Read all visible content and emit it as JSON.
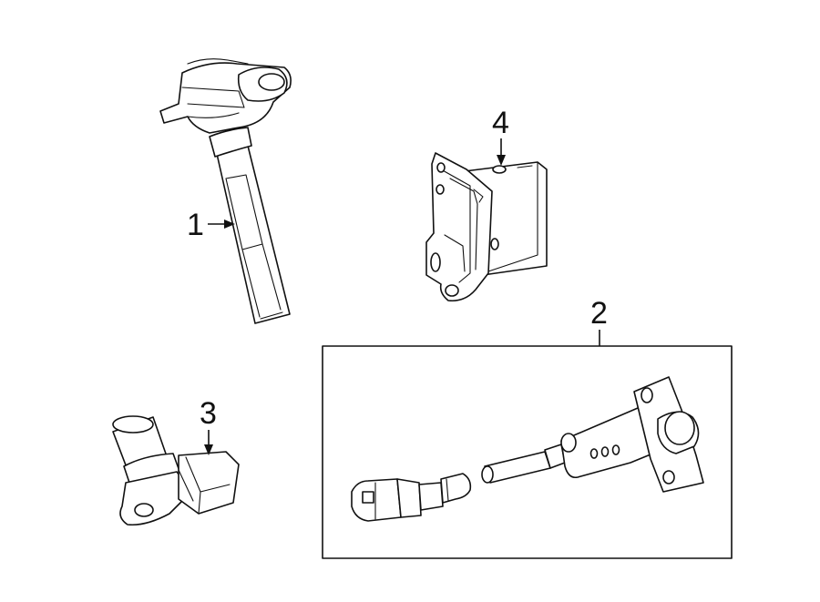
{
  "callouts": {
    "part1": "1",
    "part2": "2",
    "part3": "3",
    "part4": "4"
  }
}
